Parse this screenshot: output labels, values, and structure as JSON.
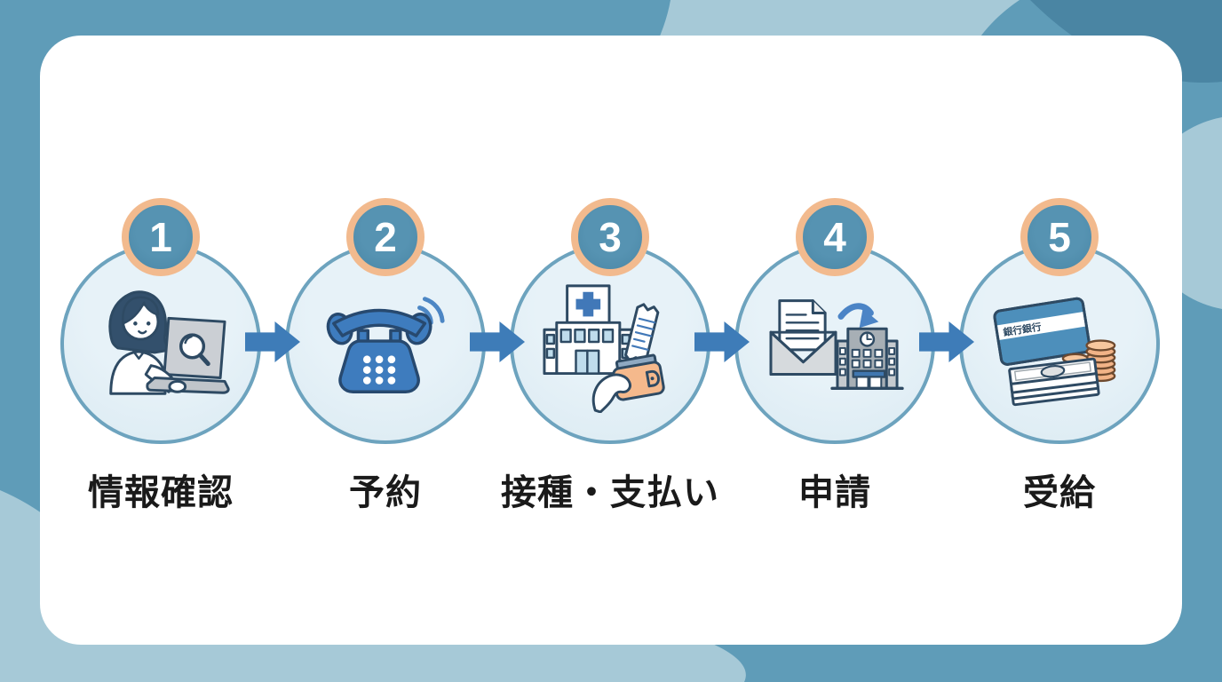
{
  "diagram": {
    "description_labels_only": "5-step process flow",
    "steps": [
      {
        "number": "1",
        "label": "情報確認",
        "icon": "person-laptop-search-icon"
      },
      {
        "number": "2",
        "label": "予約",
        "icon": "telephone-icon"
      },
      {
        "number": "3",
        "label": "接種・支払い",
        "icon": "hospital-wallet-receipt-icon"
      },
      {
        "number": "4",
        "label": "申請",
        "icon": "envelope-to-office-icon"
      },
      {
        "number": "5",
        "label": "受給",
        "icon": "bankcard-cash-coins-icon"
      }
    ],
    "bank_card": {
      "text": "銀行銀行"
    },
    "colors": {
      "background_base": "#5F9CB8",
      "background_light": "#A6C9D7",
      "background_dark": "#4A85A3",
      "card": "#FFFFFF",
      "circle_fill": "#DFEDF4",
      "circle_border": "#6DA3BE",
      "badge_fill": "#4F8CAC",
      "badge_ring": "#F2BA8E",
      "arrow": "#3E7CB8",
      "outline_navy": "#2E4A63",
      "label_text": "#1A1A1A",
      "number_text": "#FFFFFF",
      "wallet_orange": "#F5B98C",
      "coin_orange": "#F2B387"
    }
  }
}
